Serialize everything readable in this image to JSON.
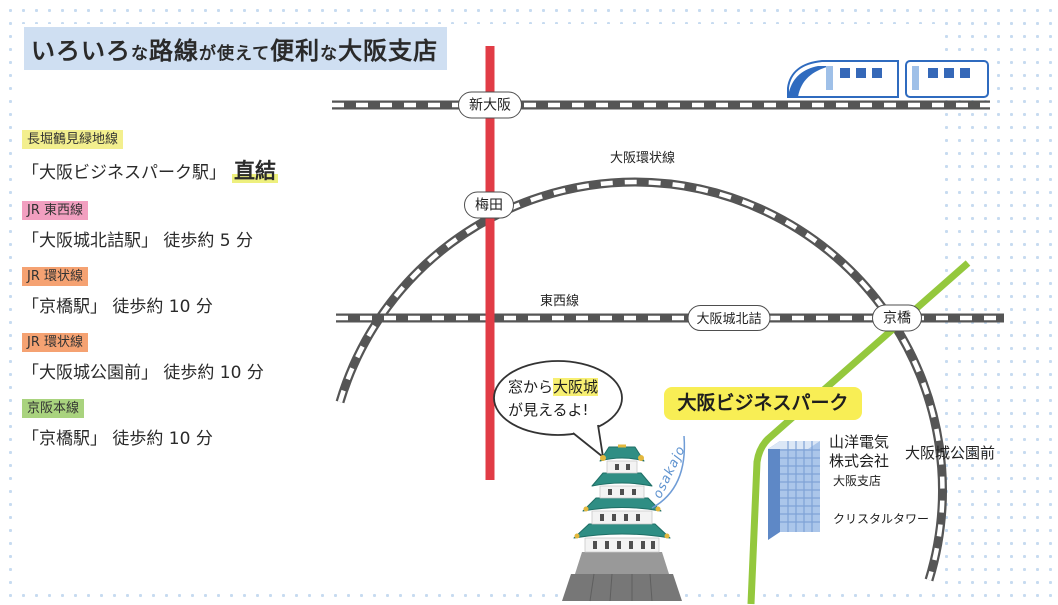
{
  "title": {
    "segments": [
      {
        "text": "いろいろ"
      },
      {
        "text": "な"
      },
      {
        "text": "路線"
      },
      {
        "text": "が"
      },
      {
        "text": "使えて"
      },
      {
        "text": "便利"
      },
      {
        "text": "な"
      },
      {
        "text": "大阪支店"
      }
    ],
    "highlight_color": "#cfdff2"
  },
  "legend": {
    "items": [
      {
        "line": "長堀鶴見緑地線",
        "line_color": "#f3ef8e",
        "station": "「大阪ビジネスパーク駅」",
        "note": "直結"
      },
      {
        "line": "JR 東西線",
        "line_color": "#f29fc0",
        "station": "「大阪城北詰駅」 徒歩約 5 分"
      },
      {
        "line": "JR 環状線",
        "line_color": "#f5a272",
        "station": "「京橋駅」 徒歩約 10 分"
      },
      {
        "line": "JR 環状線",
        "line_color": "#f5a272",
        "station": "「大阪城公園前」 徒歩約 10 分"
      },
      {
        "line": "京阪本線",
        "line_color": "#a9d37e",
        "station": "「京橋駅」 徒歩約 10 分"
      }
    ]
  },
  "map": {
    "stations": {
      "shin_osaka": "新大阪",
      "umeda": "梅田",
      "osakajo_kitazume": "大阪城北詰",
      "kyobashi": "京橋"
    },
    "line_labels": {
      "loop_line": "大阪環状線",
      "tozai_line": "東西線"
    },
    "business_park": "大阪ビジネスパーク",
    "castle_park_front": "大阪城公園前",
    "speech_bubble": {
      "line1_prefix": "窓から",
      "line1_highlight": "大阪城",
      "line2": "が見えるよ!"
    },
    "castle_caption": "osakajo",
    "building": {
      "company_line1": "山洋電気",
      "company_line2": "株式会社",
      "branch": "大阪支店",
      "tower_name": "クリスタルタワー"
    }
  },
  "colors": {
    "railway_gray": "#555555",
    "subway_red": "#e13c46",
    "keihan_green": "#94c83d",
    "highlight_yellow": "#f8ee55",
    "dot_blue": "#c7dbf0",
    "castle_roof_teal": "#2f8e84",
    "train_blue": "#2f6bbf"
  }
}
